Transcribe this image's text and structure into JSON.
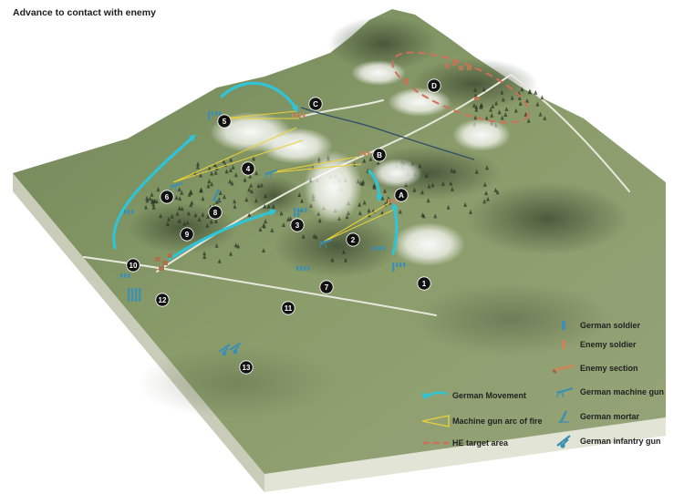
{
  "title": "Advance to contact with enemy",
  "markers": {
    "numbered": [
      "1",
      "2",
      "3",
      "4",
      "5",
      "6",
      "7",
      "8",
      "9",
      "10",
      "11",
      "12",
      "13"
    ],
    "lettered": [
      "A",
      "B",
      "C",
      "D"
    ]
  },
  "legend": {
    "german_movement": "German Movement",
    "mg_arc": "Machine gun arc of fire",
    "he_target": "HE target area",
    "german_soldier": "German soldier",
    "enemy_soldier": "Enemy soldier",
    "enemy_section": "Enemy section",
    "german_mg": "German machine gun",
    "german_mortar": "German mortar",
    "german_infantry_gun": "German infantry gun"
  },
  "colors": {
    "german_movement": "#2fc4d6",
    "mg_arc": "#e9cf3c",
    "he_target": "#d0705a",
    "german_unit": "#3a8fb2",
    "enemy_unit": "#c8865a",
    "terrain": "#7d9360",
    "terrain_side": "#d9dcc9",
    "marker": "#111111"
  },
  "icons": {
    "german_soldier": "german-soldier-icon",
    "enemy_soldier": "enemy-soldier-icon",
    "enemy_section": "enemy-section-icon",
    "german_mg": "german-machine-gun-icon",
    "german_mortar": "german-mortar-icon",
    "german_infantry_gun": "german-infantry-gun-icon"
  }
}
